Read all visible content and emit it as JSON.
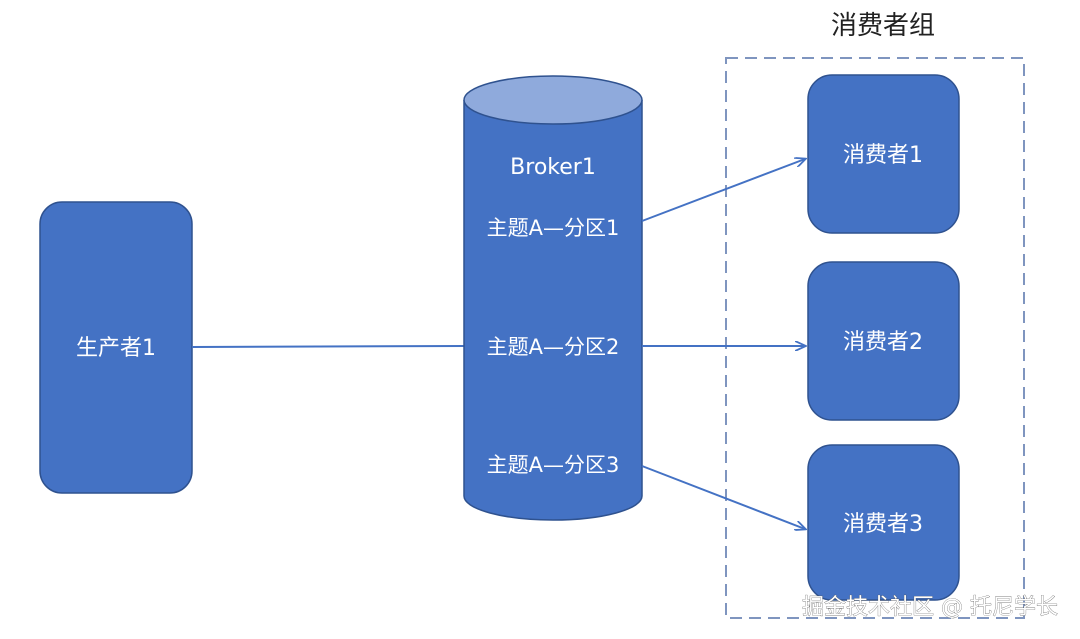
{
  "producer": {
    "label": "生产者1"
  },
  "broker": {
    "name": "Broker1",
    "partitions": [
      {
        "label": "主题A—分区1"
      },
      {
        "label": "主题A—分区2"
      },
      {
        "label": "主题A—分区3"
      }
    ]
  },
  "consumer_group": {
    "title": "消费者组",
    "consumers": [
      {
        "label": "消费者1"
      },
      {
        "label": "消费者2"
      },
      {
        "label": "消费者3"
      }
    ]
  },
  "watermark": "掘金技术社区 @ 托尼学长",
  "colors": {
    "node_fill": "#4472C4",
    "node_stroke": "#2F528F",
    "cylinder_top": "#8FAADC",
    "connector": "#4472C4",
    "group_border": "#7F95BF"
  }
}
